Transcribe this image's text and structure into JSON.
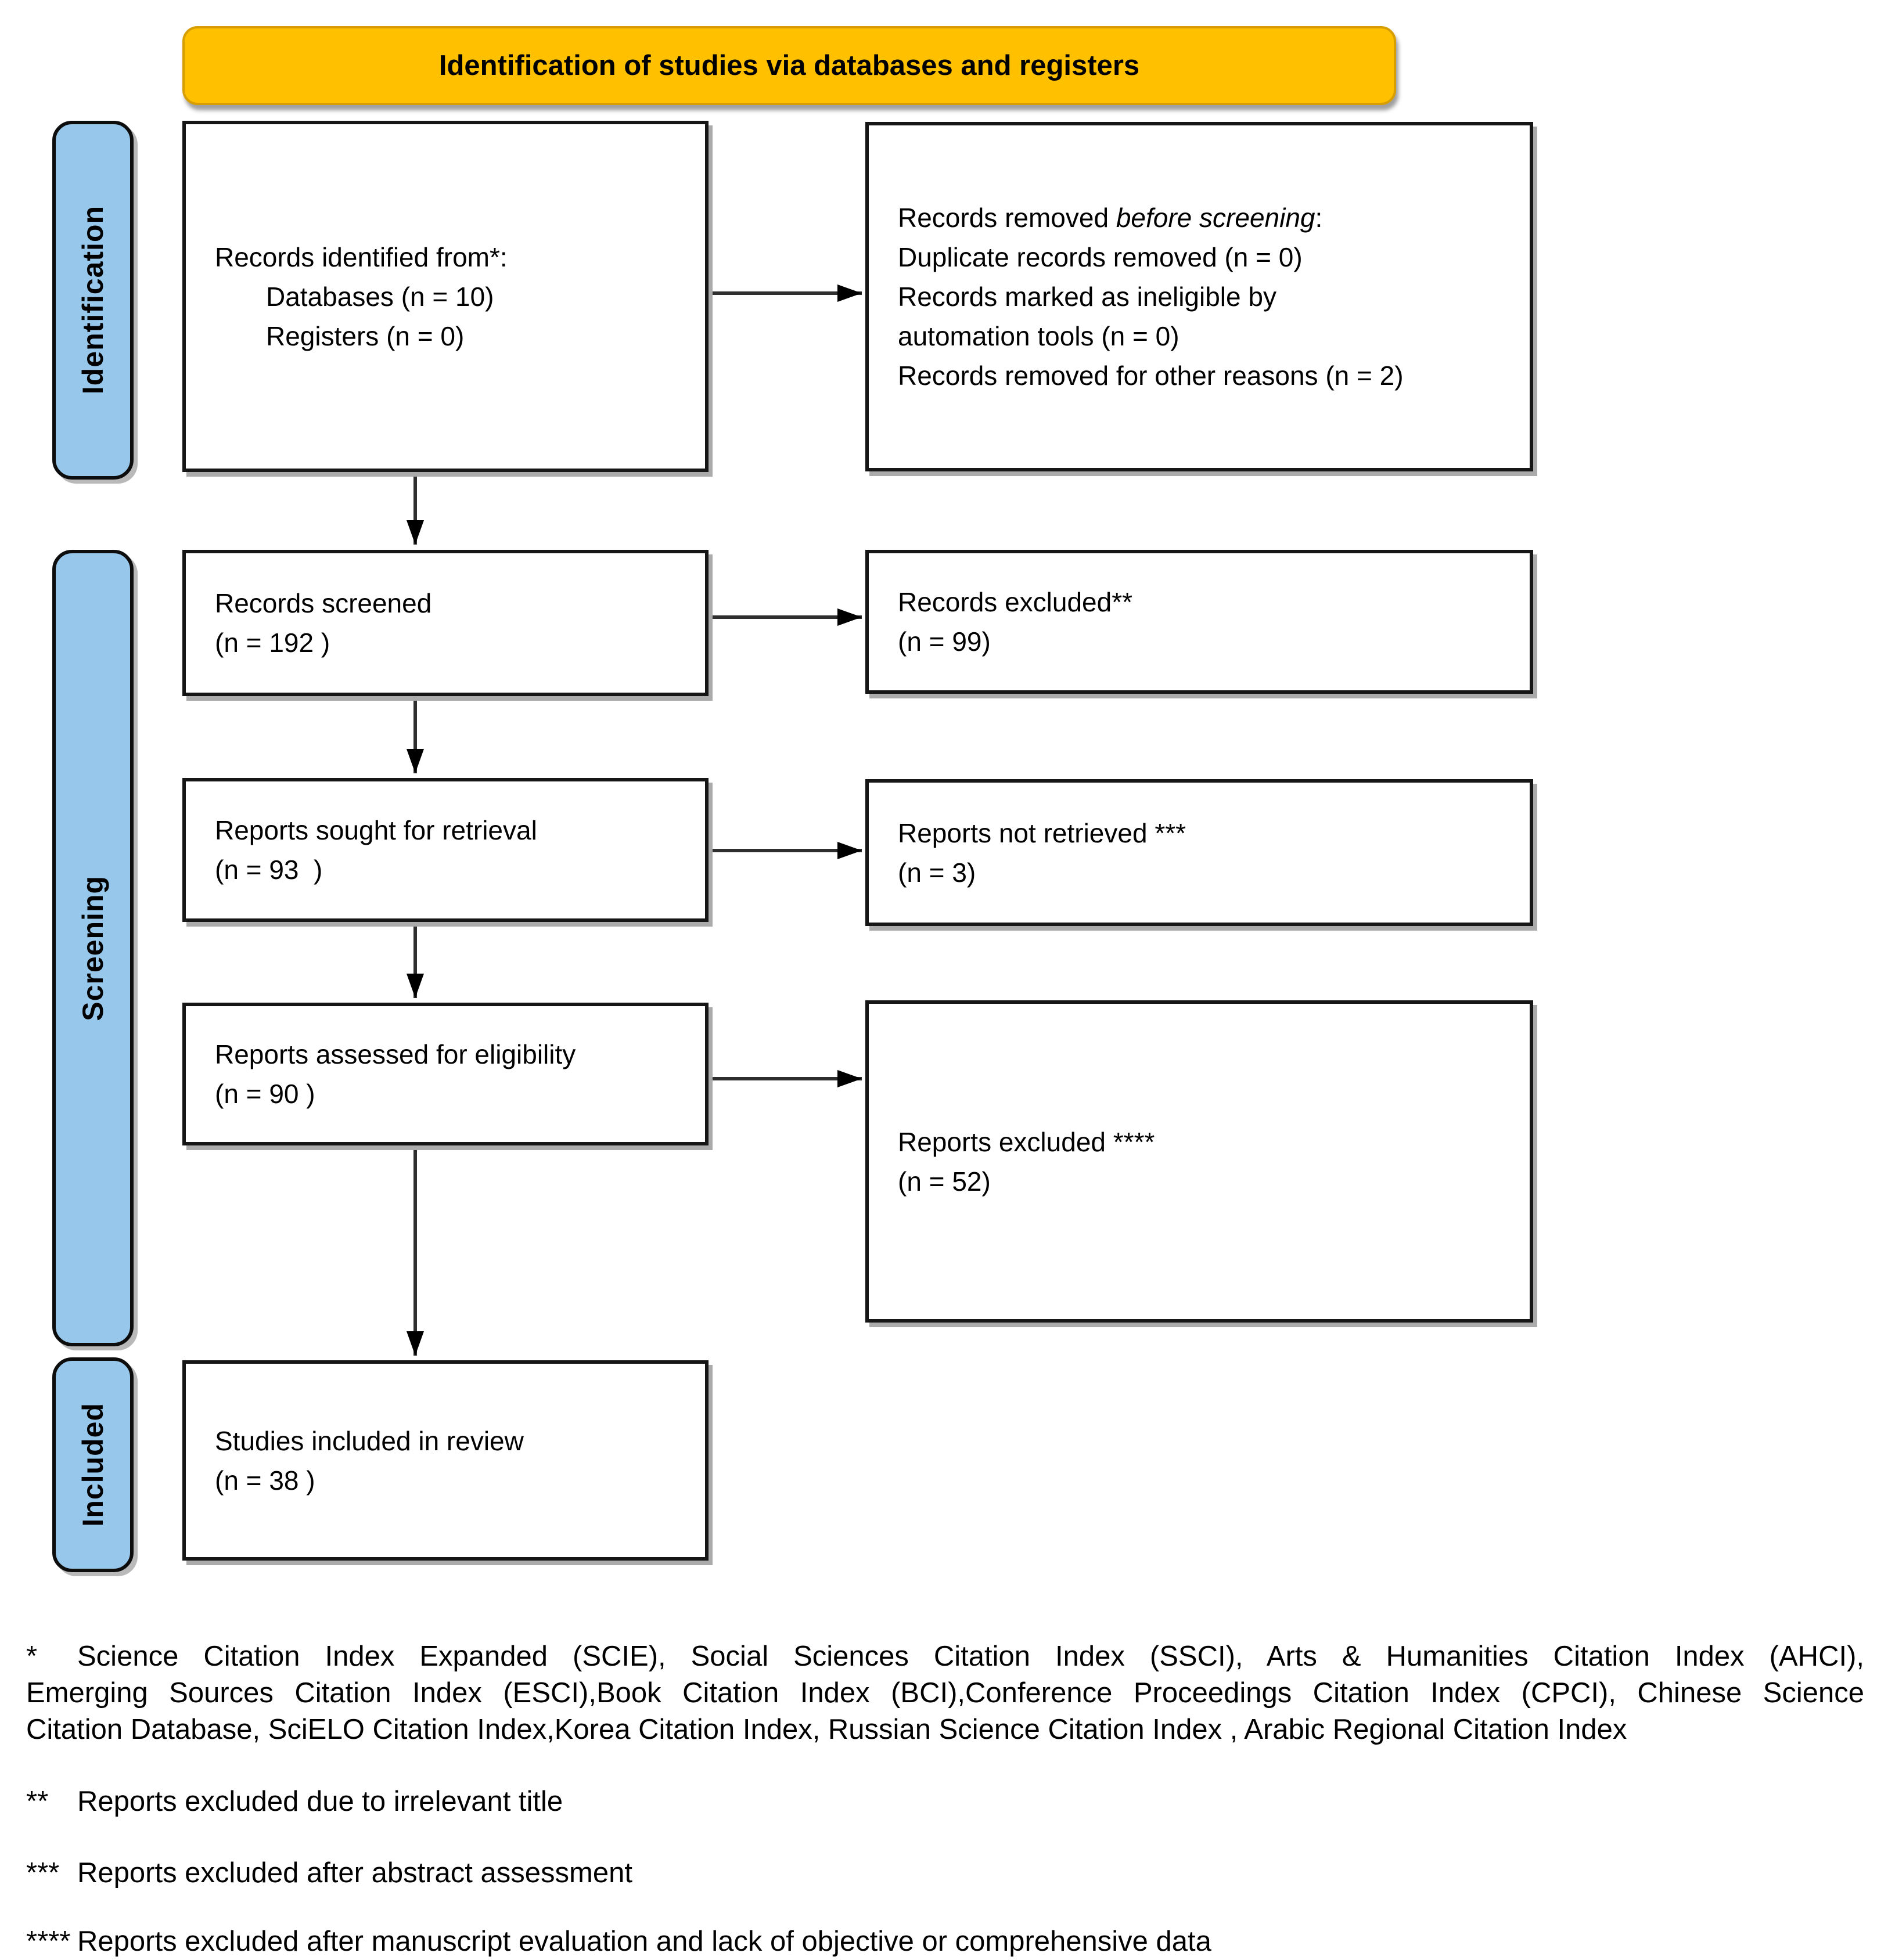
{
  "header": {
    "title": "Identification of studies via databases and registers"
  },
  "sidebar": {
    "identification": "Identification",
    "screening": "Screening",
    "included": "Included"
  },
  "boxes": {
    "records_identified": {
      "line1": "Records identified from*:",
      "line2": "Databases (n = 10)",
      "line3": "Registers (n = 0)"
    },
    "records_removed": {
      "intro_prefix": "Records removed ",
      "intro_italic": "before screening",
      "intro_suffix": ":",
      "items": [
        "Duplicate records removed (n = 0)",
        "Records marked as ineligible by",
        "automation tools (n = 0)",
        "Records removed for other reasons (n = 2)"
      ]
    },
    "records_screened": {
      "line1": "Records screened",
      "line2": "(n = 192 )"
    },
    "records_excluded": {
      "line1": "Records excluded**",
      "line2": "(n = 99)"
    },
    "reports_sought": {
      "line1": "Reports sought for retrieval",
      "line2": "(n = 93  )"
    },
    "reports_not_retrieved": {
      "line1": "Reports not retrieved ***",
      "line2": "(n = 3)"
    },
    "reports_assessed": {
      "line1": "Reports assessed for eligibility",
      "line2": "(n = 90 )"
    },
    "reports_excluded": {
      "line1": "Reports excluded ****",
      "line2": "(n = 52)"
    },
    "studies_included": {
      "line1": "Studies included in review",
      "line2": "(n = 38 )"
    }
  },
  "footnotes": {
    "star": {
      "marker": "*",
      "lines": [
        "Science Citation Index Expanded (SCIE), Social Sciences Citation Index (SSCI), Arts & Humanities Citation Index (AHCI),",
        "Emerging Sources Citation Index (ESCI),Book Citation Index (BCI),Conference Proceedings Citation Index (CPCI), Chinese Science",
        "Citation Database, SciELO Citation Index,Korea Citation Index, Russian Science Citation Index , Arabic Regional Citation Index"
      ]
    },
    "star2": {
      "marker": "**",
      "text": "Reports excluded due to irrelevant title"
    },
    "star3": {
      "marker": "***",
      "text": "Reports excluded after abstract assessment"
    },
    "star4": {
      "marker": "****",
      "text": "Reports excluded after manuscript evaluation and lack of objective or comprehensive data"
    }
  },
  "colors": {
    "header_fill": "#FFC000",
    "sidebar_fill": "#97C7EB",
    "box_border": "#161616"
  }
}
